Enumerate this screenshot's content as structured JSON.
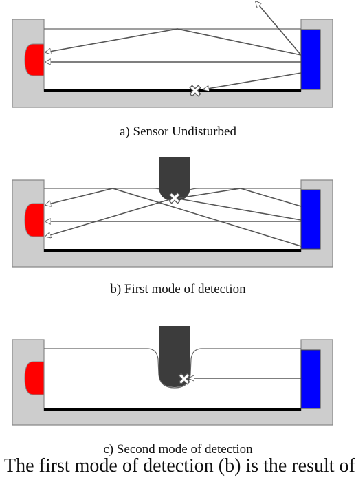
{
  "captions": {
    "a": "a) Sensor Undisturbed",
    "b": "b) First mode of detection",
    "c": "c) Second mode of detection"
  },
  "continuation_text": "The first mode of detection (b) is the result of",
  "colors": {
    "frame": "#cdcdcd",
    "frame_stroke": "#888888",
    "emitter": "#ff0000",
    "detector": "#0000ff",
    "probe": "#3c3c3c",
    "ray": "#555555",
    "base": "#000000"
  }
}
